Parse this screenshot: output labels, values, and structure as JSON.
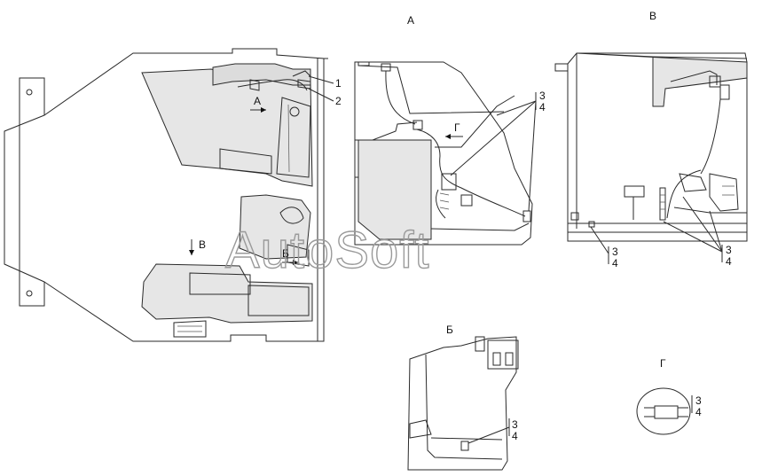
{
  "view_titles": {
    "a": "А",
    "v": "В",
    "b": "Б",
    "g": "Г"
  },
  "callouts": {
    "one": "1",
    "two": "2"
  },
  "arrows": {
    "a": "А",
    "v": "В",
    "b": "Б",
    "g": "Г"
  },
  "refs": {
    "top": "3",
    "bottom": "4"
  },
  "watermark": "AutoSoft"
}
